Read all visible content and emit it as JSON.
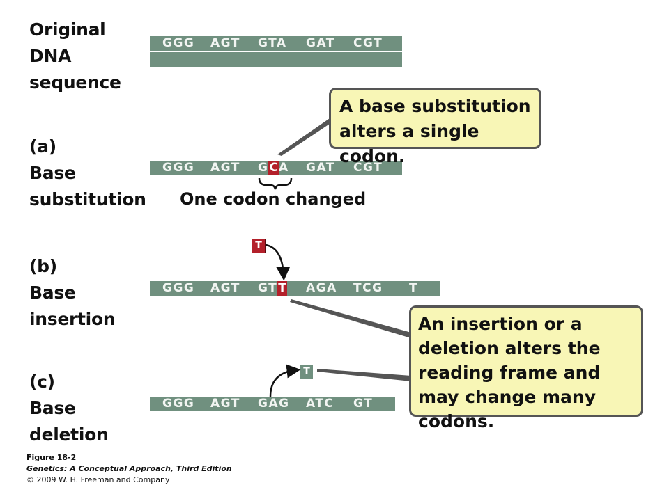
{
  "original": {
    "label_lines": [
      "Original",
      "DNA",
      "sequence"
    ],
    "codons": [
      "GGG",
      "AGT",
      "GTA",
      "GAT",
      "CGT"
    ]
  },
  "substitution": {
    "label_lines": [
      "(a)",
      "Base",
      "substitution"
    ],
    "codon1": "GGG",
    "codon2": "AGT",
    "codon3_pre": "G",
    "codon3_mut": "C",
    "codon3_post": "A",
    "codon4": "GAT",
    "codon5": "CGT",
    "annotation": "One codon changed",
    "callout": "A base substitution alters a single codon."
  },
  "insertion": {
    "label_lines": [
      "(b)",
      "Base",
      "insertion"
    ],
    "free_base": "T",
    "codon1": "GGG",
    "codon2": "AGT",
    "codon3_pre": "GT",
    "codon3_mut": "T",
    "codon4": "AGA",
    "codon5": "TCG",
    "codon6": "T"
  },
  "deletion": {
    "label_lines": [
      "(c)",
      "Base",
      "deletion"
    ],
    "free_base": "T",
    "codons": [
      "GGG",
      "AGT",
      "GAG",
      "ATC",
      "GT"
    ]
  },
  "frame_callout": "An insertion or a deletion alters the reading frame and may change many codons.",
  "footer": {
    "figure": "Figure 18-2",
    "book": "Genetics: A Conceptual Approach, Third Edition",
    "copyright": "© 2009 W. H. Freeman and Company"
  },
  "colors": {
    "strand": "#70907f",
    "mutation": "#b3202a",
    "callout_fill": "#f8f6b6"
  }
}
